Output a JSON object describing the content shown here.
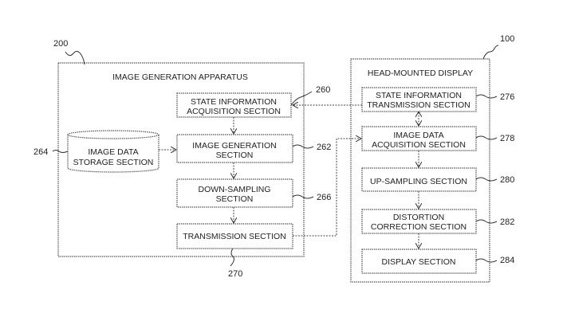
{
  "apparatus": {
    "ref": "200",
    "title": "IMAGE GENERATION APPARATUS",
    "storage": {
      "ref": "264",
      "line1": "IMAGE DATA",
      "line2": "STORAGE SECTION"
    },
    "blocks": [
      {
        "ref": "260",
        "line1": "STATE INFORMATION",
        "line2": "ACQUISITION SECTION"
      },
      {
        "ref": "262",
        "line1": "IMAGE GENERATION",
        "line2": "SECTION"
      },
      {
        "ref": "266",
        "line1": "DOWN-SAMPLING",
        "line2": "SECTION"
      },
      {
        "ref": "270",
        "line1": "TRANSMISSION SECTION",
        "line2": ""
      }
    ]
  },
  "hmd": {
    "ref": "100",
    "title": "HEAD-MOUNTED DISPLAY",
    "blocks": [
      {
        "ref": "276",
        "line1": "STATE INFORMATION",
        "line2": "TRANSMISSION SECTION"
      },
      {
        "ref": "278",
        "line1": "IMAGE DATA",
        "line2": "ACQUISITION SECTION"
      },
      {
        "ref": "280",
        "line1": "UP-SAMPLING SECTION",
        "line2": ""
      },
      {
        "ref": "282",
        "line1": "DISTORTION",
        "line2": "CORRECTION SECTION"
      },
      {
        "ref": "284",
        "line1": "DISPLAY SECTION",
        "line2": ""
      }
    ]
  }
}
